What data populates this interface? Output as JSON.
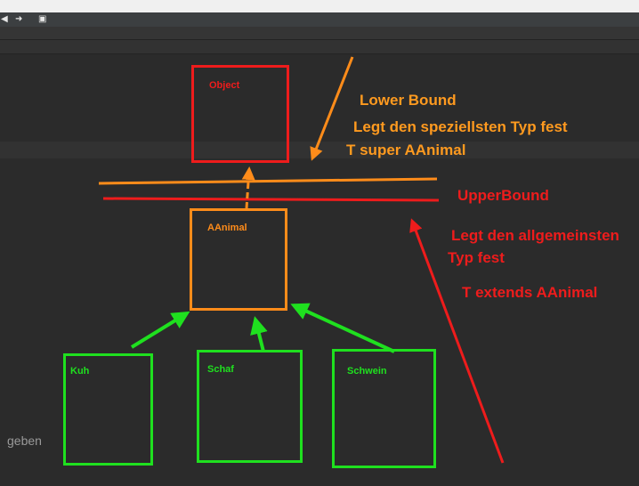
{
  "editor": {
    "text_fragment": "geben"
  },
  "diagram": {
    "boxes": {
      "object": "Object",
      "aanimal": "AAnimal",
      "kuh": "Kuh",
      "schaf": "Schaf",
      "schwein": "Schwein"
    },
    "annotations": {
      "lower_bound_title": "Lower Bound",
      "lower_bound_desc": "Legt den speziellsten Typ fest",
      "lower_bound_expr": "T super AAnimal",
      "upper_bound_title": "UpperBound",
      "upper_bound_desc_line1": "Legt den allgemeinsten",
      "upper_bound_desc_line2": "Typ fest",
      "upper_bound_expr": "T extends AAnimal"
    },
    "colors": {
      "red": "#ee1c1c",
      "orange": "#ff8c1a",
      "green": "#1fe01f",
      "lower_bound_text": "#ff9a1f"
    }
  }
}
